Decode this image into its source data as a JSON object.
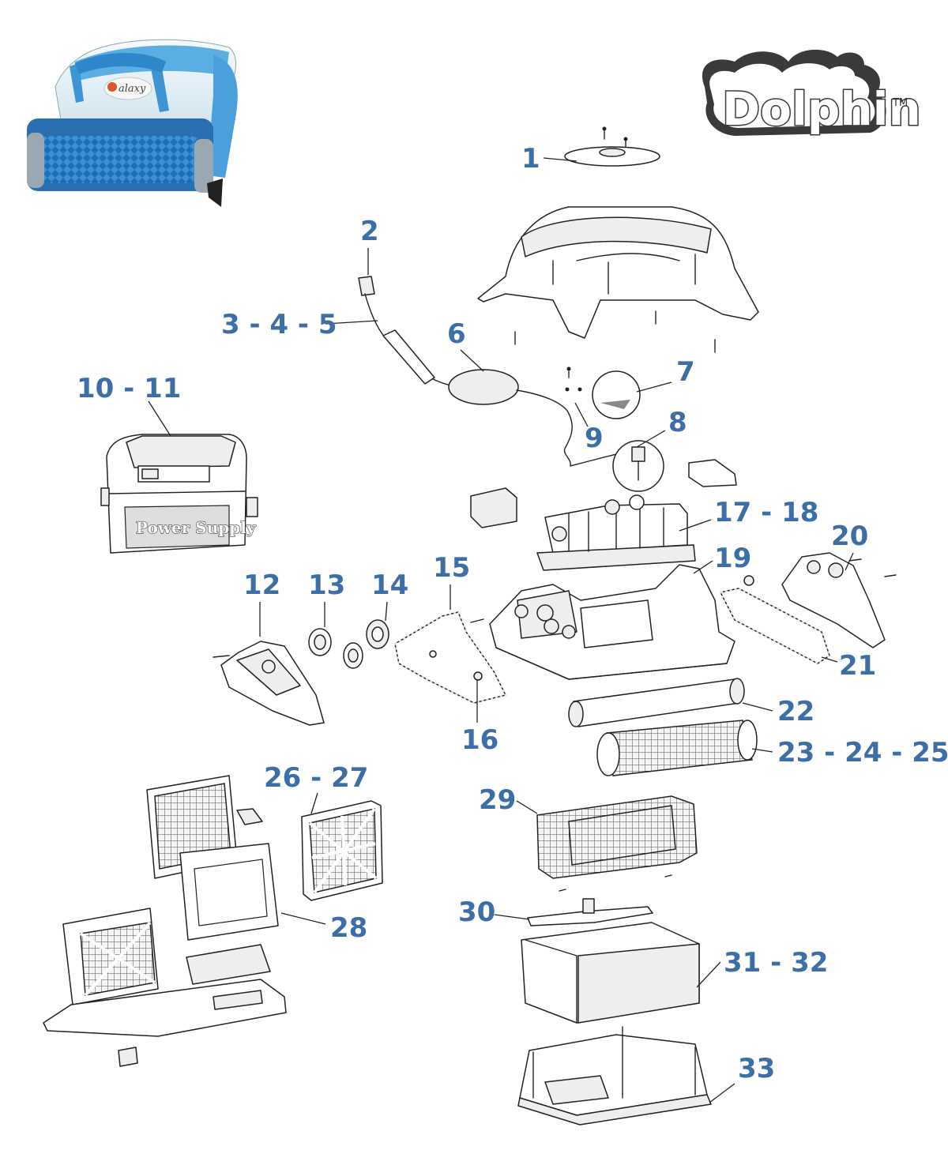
{
  "brand": {
    "logo_text": "Dolphin",
    "trademark": "TM"
  },
  "product_photo": {
    "badge_text": "alaxy"
  },
  "power_supply": {
    "panel_text": "Power Supply"
  },
  "part_labels": [
    "1",
    "2",
    "3 - 4 - 5",
    "6",
    "7",
    "8",
    "9",
    "10 - 11",
    "12",
    "13",
    "14",
    "15",
    "16",
    "17 - 18",
    "19",
    "20",
    "21",
    "22",
    "23 - 24 - 25",
    "26 - 27",
    "28",
    "29",
    "30",
    "31 - 32",
    "33"
  ],
  "colors": {
    "label_blue": "#3d6fa6",
    "robot_blue": "#4a9fd8",
    "robot_white": "#e8f2f8",
    "line": "#222222"
  }
}
